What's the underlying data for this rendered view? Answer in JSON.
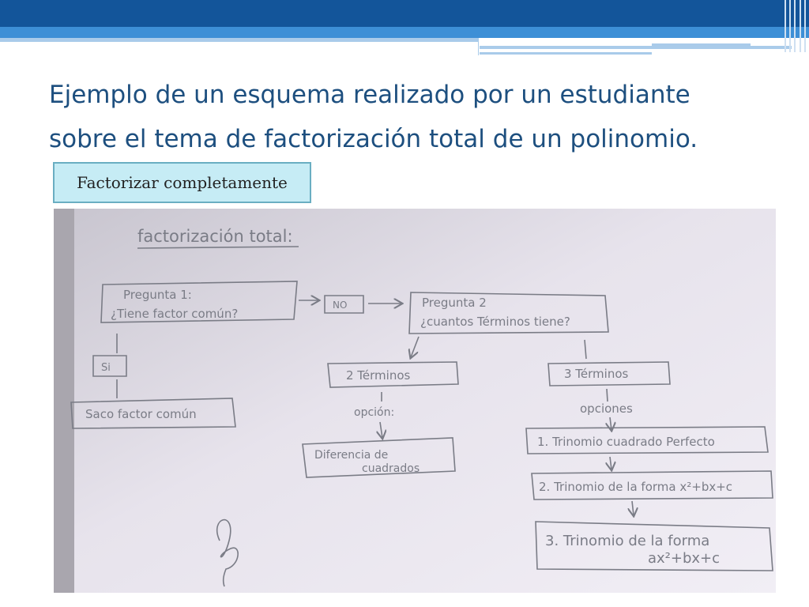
{
  "slide": {
    "title_line1": "Ejemplo de un esquema realizado por un estudiante",
    "title_line2": "sobre el tema de factorización total de un polinomio.",
    "tag_label": "Factorizar completamente"
  },
  "photo": {
    "heading": "factorización total:",
    "q1_line1": "Pregunta 1:",
    "q1_line2": "¿Tiene factor común?",
    "no_label": "NO",
    "q2_line1": "Pregunta 2",
    "q2_line2": "¿cuantos Términos tiene?",
    "si_label": "Si",
    "saco_label": "Saco factor común",
    "dos_terminos": "2 Términos",
    "opcion_label": "opción:",
    "diferencia_line1": "Diferencia de",
    "diferencia_line2": "cuadrados",
    "tres_terminos": "3 Términos",
    "opciones_label": "opciones",
    "opt1": "1. Trinomio cuadrado Perfecto",
    "opt2": "2. Trinomio de la forma x²+bx+c",
    "opt3_line1": "3. Trinomio de la forma",
    "opt3_line2": "ax²+bx+c"
  },
  "colors": {
    "top_bar": "#13559a",
    "top_band": "#3d8fd6",
    "title_text": "#1d4f7f",
    "tag_fill": "#c6ecf5",
    "tag_border": "#6aaec2"
  }
}
